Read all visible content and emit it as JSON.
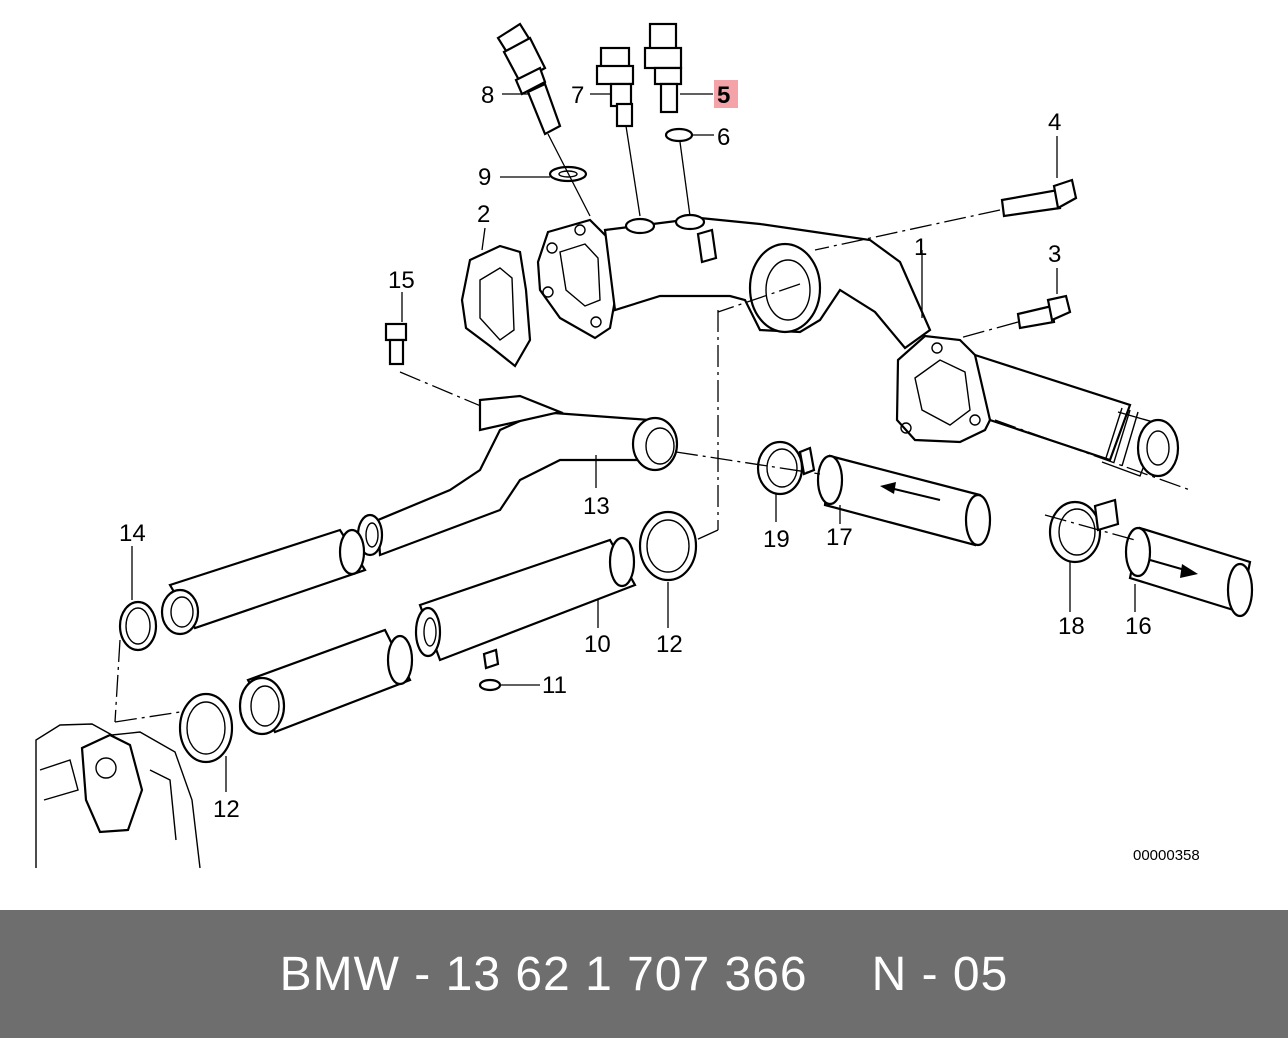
{
  "diagram": {
    "labels": {
      "p1": "1",
      "p2": "2",
      "p3": "3",
      "p4": "4",
      "p5": "5",
      "p6": "6",
      "p7": "7",
      "p8": "8",
      "p9": "9",
      "p10": "10",
      "p11": "11",
      "p12a": "12",
      "p12b": "12",
      "p13": "13",
      "p14": "14",
      "p15": "15",
      "p16": "16",
      "p17": "17",
      "p18": "18",
      "p19": "19"
    },
    "highlight_color": "#f4a3a8",
    "code": "00000358"
  },
  "footer": {
    "part_number": "BMW - 13 62 1 707 366",
    "position": "N - 05"
  }
}
